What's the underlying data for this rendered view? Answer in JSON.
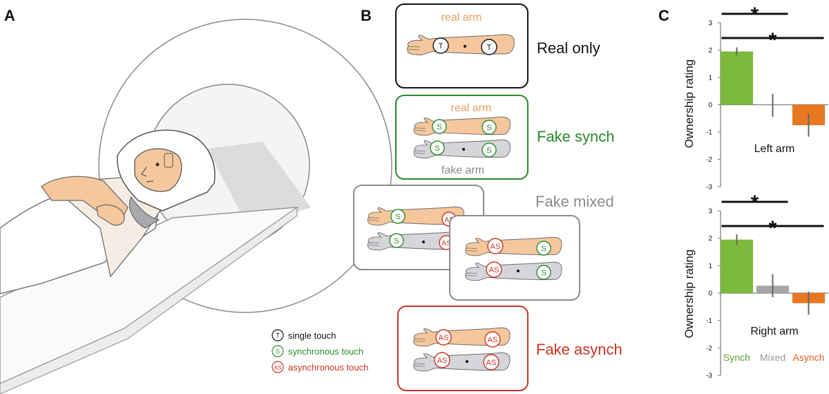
{
  "panel_labels": {
    "a": "A",
    "b": "B",
    "c": "C"
  },
  "conditions": {
    "real_only": {
      "label": "Real only",
      "top_label": "real arm",
      "color": "#111111"
    },
    "fake_synch": {
      "label": "Fake synch",
      "top_label": "real arm",
      "bottom_label": "fake arm",
      "color": "#2a8a2a"
    },
    "fake_mixed": {
      "label": "Fake mixed",
      "color": "#8c8c8c"
    },
    "fake_asynch": {
      "label": "Fake asynch",
      "color": "#cc3322"
    }
  },
  "touch_markers": {
    "single": "T",
    "synchronous": "S",
    "asynchronous": "AS"
  },
  "legend": [
    {
      "marker": "T",
      "label": "single touch",
      "color": "#111111"
    },
    {
      "marker": "S",
      "label": "synchronous touch",
      "color": "#2a8a2a"
    },
    {
      "marker": "AS",
      "label": "asynchronous touch",
      "color": "#cc3322"
    }
  ],
  "colors": {
    "real_arm": "#f4c49c",
    "real_arm_label": "#e8a060",
    "fake_arm": "#d4d6da",
    "fake_arm_label": "#8c8c8c",
    "synch": "#7cb93c",
    "mixed": "#a6a6a6",
    "asynch": "#e87722",
    "skin": "#f6c79c"
  },
  "significance": "*",
  "chart_data": [
    {
      "type": "bar",
      "title": "Left arm",
      "ylabel": "Ownership rating",
      "ylim": [
        -3,
        3
      ],
      "yticks": [
        "3",
        "2",
        "1",
        "0",
        "-1",
        "-2",
        "-3"
      ],
      "categories": [
        "Synch",
        "Mixed",
        "Asynch"
      ],
      "values": [
        1.95,
        -0.02,
        -0.75
      ],
      "errors": [
        0.15,
        0.42,
        0.42
      ],
      "bar_colors": [
        "#7cb93c",
        "#a6a6a6",
        "#e87722"
      ],
      "significance": [
        {
          "from": "Synch",
          "to": "Mixed",
          "label": "*"
        },
        {
          "from": "Synch",
          "to": "Asynch",
          "label": "*"
        }
      ]
    },
    {
      "type": "bar",
      "title": "Right arm",
      "ylabel": "Ownership rating",
      "ylim": [
        -3,
        3
      ],
      "yticks": [
        "3",
        "2",
        "1",
        "0",
        "-1",
        "-2",
        "-3"
      ],
      "categories": [
        "Synch",
        "Mixed",
        "Asynch"
      ],
      "values": [
        1.95,
        0.27,
        -0.37
      ],
      "errors": [
        0.2,
        0.42,
        0.42
      ],
      "bar_colors": [
        "#7cb93c",
        "#a6a6a6",
        "#e87722"
      ],
      "category_label_colors": [
        "#5aa02c",
        "#9a9a9a",
        "#e05a1a"
      ],
      "significance": [
        {
          "from": "Synch",
          "to": "Mixed",
          "label": "*"
        },
        {
          "from": "Synch",
          "to": "Asynch",
          "label": "*"
        }
      ]
    }
  ]
}
